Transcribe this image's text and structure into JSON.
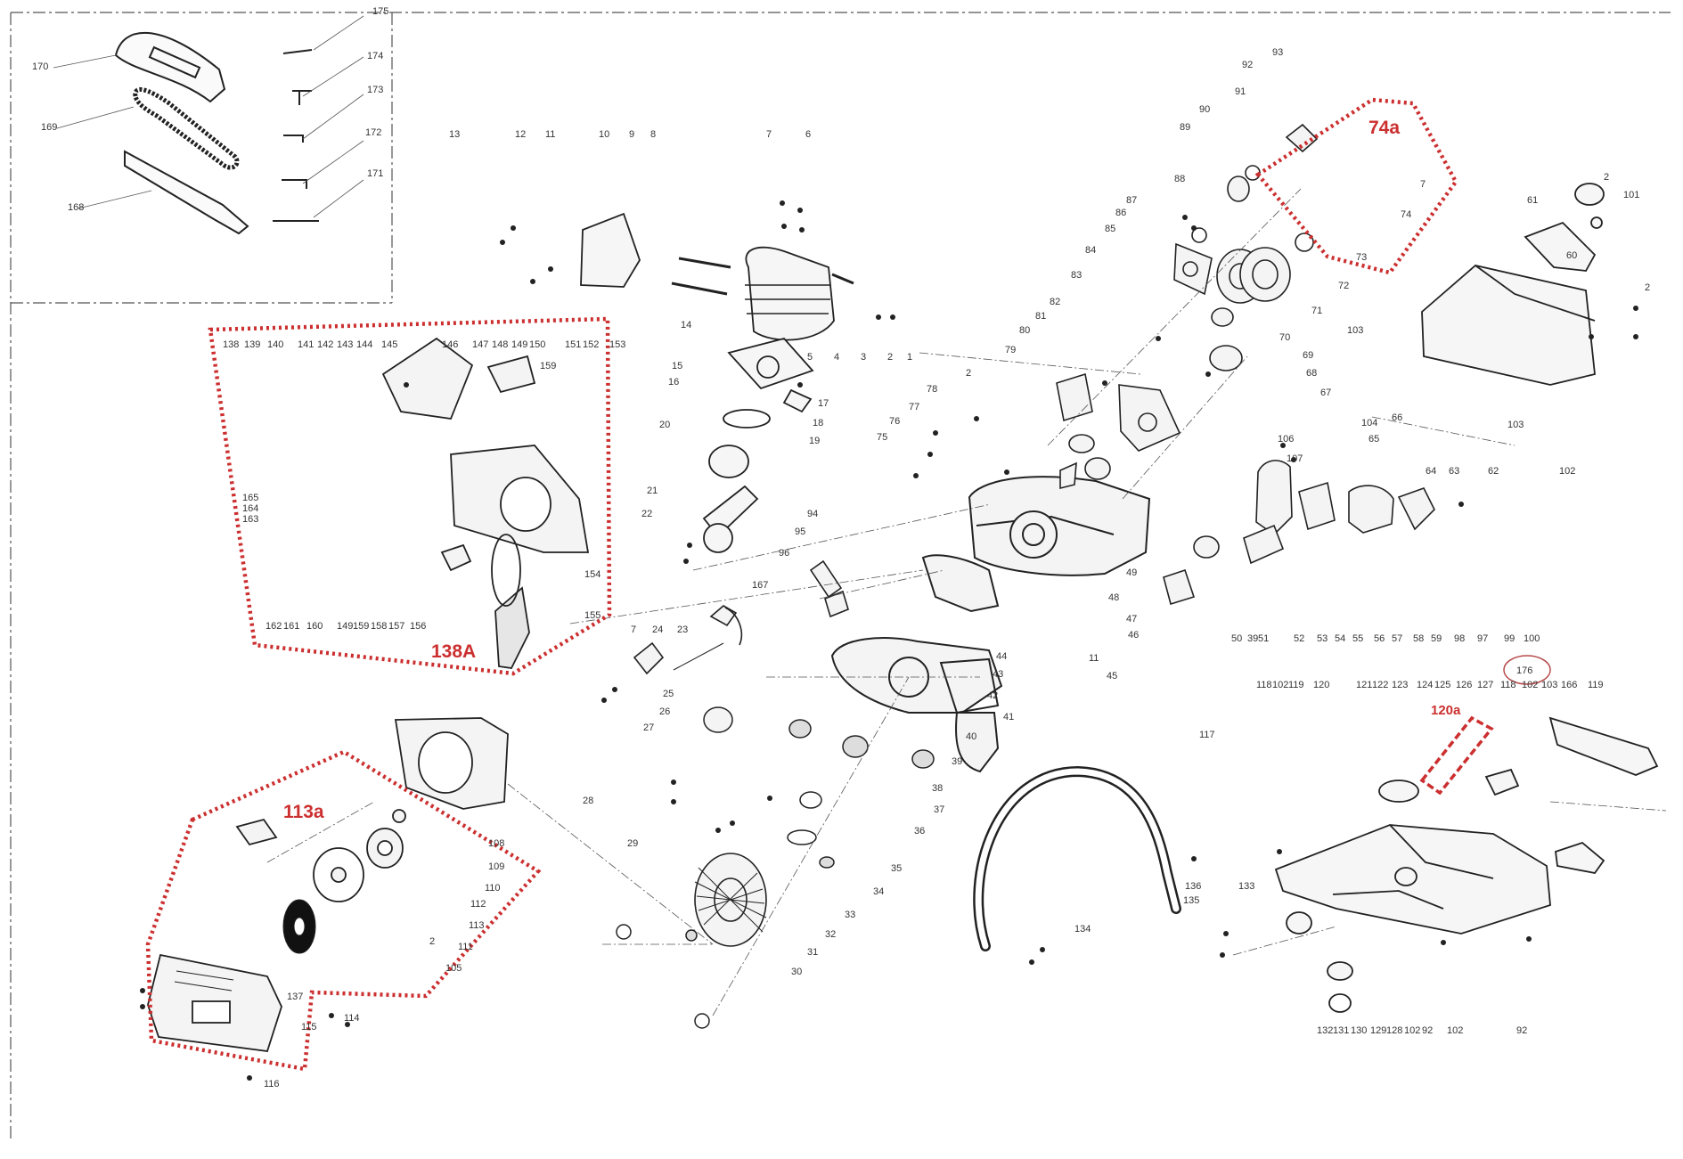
{
  "diagram": {
    "groups": [
      {
        "id": "138A",
        "label": "138A"
      },
      {
        "id": "113a",
        "label": "113a"
      },
      {
        "id": "74a",
        "label": "74a"
      },
      {
        "id": "120a",
        "label": "120a"
      },
      {
        "id": "176",
        "label": "176"
      }
    ],
    "part_numbers": [
      "175",
      "174",
      "173",
      "172",
      "171",
      "170",
      "169",
      "168",
      "13",
      "12",
      "11",
      "10",
      "9",
      "8",
      "7",
      "6",
      "14",
      "5",
      "4",
      "3",
      "2",
      "1",
      "15",
      "16",
      "17",
      "18",
      "20",
      "19",
      "21",
      "22",
      "138",
      "139",
      "140",
      "141",
      "142",
      "143",
      "144",
      "145",
      "146",
      "147",
      "148",
      "149",
      "150",
      "151",
      "152",
      "153",
      "159",
      "165",
      "164",
      "163",
      "162",
      "161",
      "160",
      "149",
      "159",
      "158",
      "157",
      "156",
      "154",
      "155",
      "7",
      "24",
      "23",
      "167",
      "25",
      "26",
      "27",
      "94",
      "95",
      "96",
      "28",
      "29",
      "30",
      "31",
      "32",
      "33",
      "34",
      "35",
      "36",
      "37",
      "38",
      "39",
      "40",
      "41",
      "42",
      "43",
      "44",
      "45",
      "11",
      "46",
      "47",
      "48",
      "49",
      "78",
      "77",
      "76",
      "75",
      "2",
      "79",
      "80",
      "81",
      "82",
      "83",
      "84",
      "85",
      "86",
      "87",
      "88",
      "89",
      "90",
      "91",
      "92",
      "93",
      "7",
      "74",
      "73",
      "72",
      "71",
      "70",
      "69",
      "68",
      "67",
      "66",
      "65",
      "64",
      "63",
      "62",
      "102",
      "50",
      "39",
      "51",
      "52",
      "53",
      "54",
      "55",
      "56",
      "57",
      "58",
      "59",
      "98",
      "97",
      "99",
      "100",
      "2",
      "101",
      "61",
      "60",
      "2",
      "103",
      "104",
      "103",
      "106",
      "107",
      "108",
      "109",
      "110",
      "112",
      "113",
      "111",
      "105",
      "2",
      "137",
      "114",
      "115",
      "116",
      "117",
      "118",
      "102",
      "119",
      "120",
      "121",
      "122",
      "123",
      "124",
      "125",
      "126",
      "127",
      "118",
      "102",
      "103",
      "166",
      "119",
      "136",
      "135",
      "134",
      "133",
      "132",
      "131",
      "130",
      "129",
      "128",
      "102",
      "92",
      "102",
      "92"
    ]
  }
}
